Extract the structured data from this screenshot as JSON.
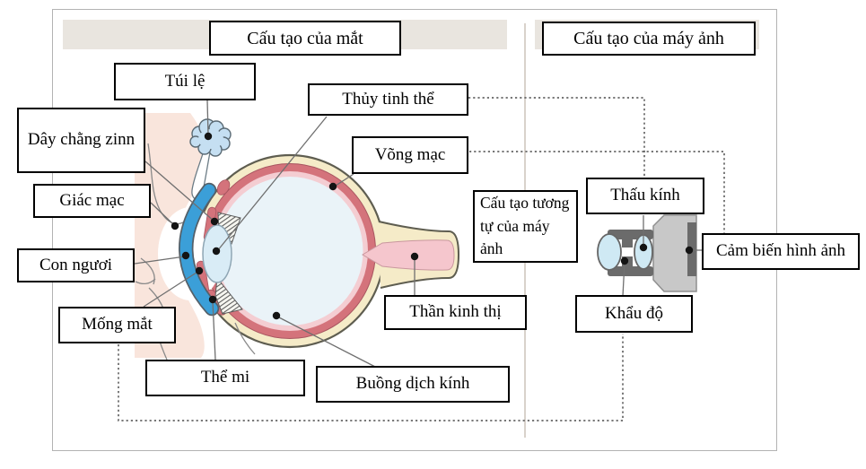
{
  "titles": {
    "eye": "Cấu tạo của mắt",
    "camera": "Cấu tạo của máy ảnh"
  },
  "eye_labels": {
    "tear_sac": "Túi lệ",
    "crystalline_lens": "Thủy tinh thể",
    "zinn_ligament": "Dây chằng zinn",
    "retina": "Võng mạc",
    "cornea": "Giác mạc",
    "pupil": "Con ngươi",
    "iris": "Mống mắt",
    "ciliary_body": "Thể mi",
    "vitreous_chamber": "Buồng dịch kính",
    "optic_nerve": "Thần kinh thị"
  },
  "camera_labels": {
    "analogy_note": "Cấu tạo tương tự của máy ảnh",
    "lens": "Thấu kính",
    "image_sensor": "Cảm biến hình ảnh",
    "aperture": "Khẩu độ"
  },
  "colors": {
    "sclera_cream": "#f5ebc8",
    "choroid_red": "#d4737b",
    "retina_pink": "#f4cdd2",
    "vitreous_blue": "#eaf3f8",
    "cornea_blue": "#3b9fd8",
    "lens_blue": "#d9ecf6",
    "skin_peach": "#f9e5dc",
    "tear_sac_blue": "#c5dff2",
    "camera_body_gray": "#c8c8c8",
    "camera_dark_gray": "#6b6b6b",
    "banner_gray": "#e9e5df",
    "dotted_line": "#666666"
  }
}
